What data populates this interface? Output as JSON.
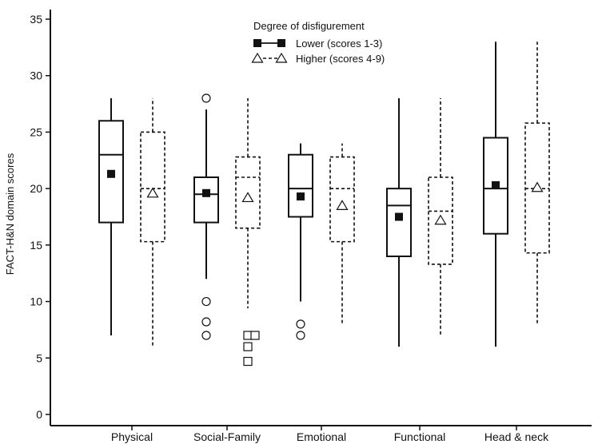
{
  "chart_data": {
    "type": "box",
    "ylabel": "FACT-H&N domain scores",
    "ylim": [
      0,
      35
    ],
    "yticks": [
      0,
      5,
      10,
      15,
      20,
      25,
      30,
      35
    ],
    "grid": false,
    "legend_position": "top-center",
    "legend": {
      "title": "Degree of disfigurement",
      "entries": [
        {
          "label": "Lower (scores 1-3)",
          "marker": "filled-square",
          "line": "solid"
        },
        {
          "label": "Higher (scores 4-9)",
          "marker": "open-triangle",
          "line": "dashed"
        }
      ]
    },
    "categories": [
      "Physical",
      "Social-Family",
      "Emotional",
      "Functional",
      "Head & neck"
    ],
    "series": [
      {
        "name": "Lower (scores 1-3)",
        "line": "solid",
        "mean_marker": "filled-square",
        "outlier_marker": "circle",
        "boxes": [
          {
            "min": 7,
            "q1": 17,
            "median": 23,
            "q3": 26,
            "max": 28,
            "mean": 21.3,
            "outliers": []
          },
          {
            "min": 12,
            "q1": 17,
            "median": 19.5,
            "q3": 21,
            "max": 27,
            "mean": 19.6,
            "outliers": [
              10,
              8.2,
              7,
              28
            ]
          },
          {
            "min": 10,
            "q1": 17.5,
            "median": 20,
            "q3": 23,
            "max": 24,
            "mean": 19.3,
            "outliers": [
              8,
              7
            ]
          },
          {
            "min": 6,
            "q1": 14,
            "median": 18.5,
            "q3": 20,
            "max": 28,
            "mean": 17.5,
            "outliers": []
          },
          {
            "min": 6,
            "q1": 16,
            "median": 20,
            "q3": 24.5,
            "max": 33,
            "mean": 20.3,
            "outliers": []
          }
        ]
      },
      {
        "name": "Higher (scores 4-9)",
        "line": "dashed",
        "mean_marker": "open-triangle",
        "outlier_marker": "square",
        "boxes": [
          {
            "min": 6,
            "q1": 15.3,
            "median": 20,
            "q3": 25,
            "max": 28,
            "mean": 19.6,
            "outliers": []
          },
          {
            "min": 9.4,
            "q1": 16.5,
            "median": 21,
            "q3": 22.8,
            "max": 28,
            "mean": 19.2,
            "outliers": [
              7,
              7,
              6,
              4.7
            ]
          },
          {
            "min": 8,
            "q1": 15.3,
            "median": 20,
            "q3": 22.8,
            "max": 24,
            "mean": 18.5,
            "outliers": []
          },
          {
            "min": 7,
            "q1": 13.3,
            "median": 18,
            "q3": 21,
            "max": 28,
            "mean": 17.2,
            "outliers": []
          },
          {
            "min": 8,
            "q1": 14.3,
            "median": 20,
            "q3": 25.8,
            "max": 33,
            "mean": 20.1,
            "outliers": []
          }
        ]
      }
    ]
  }
}
